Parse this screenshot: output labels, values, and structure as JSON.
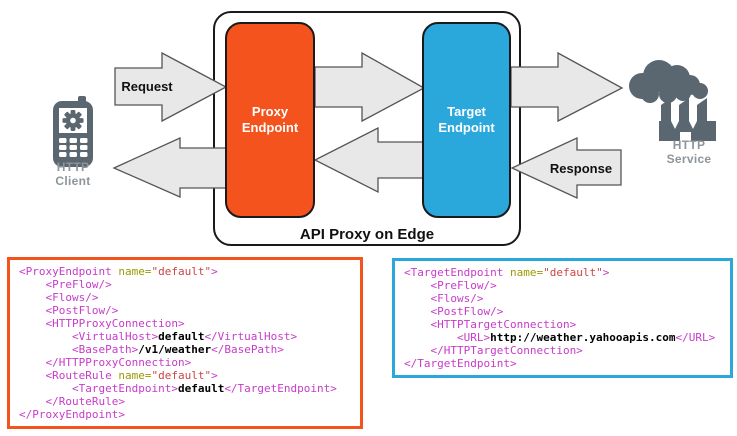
{
  "diagram": {
    "title": "API Proxy on Edge",
    "client": {
      "label": "HTTP\nClient",
      "icon": "mobile-client-gear-icon"
    },
    "service": {
      "label": "HTTP\nService",
      "icon": "cloud-factory-icon"
    },
    "proxy_endpoint": {
      "label": "Proxy\nEndpoint",
      "color": "#F4531D"
    },
    "target_endpoint": {
      "label": "Target\nEndpoint",
      "color": "#2AA7DB"
    },
    "arrows": [
      {
        "name": "request-arrow",
        "label": "Request",
        "direction": "right",
        "from": "http-client",
        "to": "proxy-endpoint"
      },
      {
        "name": "proxy-to-target-arrow",
        "label": "",
        "direction": "right",
        "from": "proxy-endpoint",
        "to": "target-endpoint"
      },
      {
        "name": "target-to-service-arrow",
        "label": "",
        "direction": "right",
        "from": "target-endpoint",
        "to": "http-service"
      },
      {
        "name": "response-arrow",
        "label": "Response",
        "direction": "left",
        "from": "http-service",
        "to": "target-endpoint"
      },
      {
        "name": "target-to-proxy-arrow",
        "label": "",
        "direction": "left",
        "from": "target-endpoint",
        "to": "proxy-endpoint"
      },
      {
        "name": "proxy-to-client-arrow",
        "label": "",
        "direction": "left",
        "from": "proxy-endpoint",
        "to": "http-client"
      }
    ]
  },
  "colors": {
    "box_border": "#1A1A1A",
    "arrow_fill": "#E8E8E8",
    "arrow_stroke": "#555555",
    "icon_gray": "#5B6770",
    "icon_label_gray": "#8C9599",
    "code_tag": "#C73BC9",
    "code_attr": "#9A9A00",
    "code_value": "#CC4444",
    "code_text": "#000000"
  },
  "code_blocks": [
    {
      "id": "proxy-endpoint-xml",
      "border_color": "#F4531D",
      "lines": [
        [
          {
            "c": "tag",
            "t": "<ProxyEndpoint "
          },
          {
            "c": "attr",
            "t": "name="
          },
          {
            "c": "val",
            "t": "\"default\""
          },
          {
            "c": "tag",
            "t": ">"
          }
        ],
        [
          {
            "c": "tag",
            "t": "    <PreFlow/>"
          }
        ],
        [
          {
            "c": "tag",
            "t": "    <Flows/>"
          }
        ],
        [
          {
            "c": "tag",
            "t": "    <PostFlow/>"
          }
        ],
        [
          {
            "c": "tag",
            "t": "    <HTTPProxyConnection>"
          }
        ],
        [
          {
            "c": "tag",
            "t": "        <VirtualHost>"
          },
          {
            "c": "text",
            "t": "default"
          },
          {
            "c": "tag",
            "t": "</VirtualHost>"
          }
        ],
        [
          {
            "c": "tag",
            "t": "        <BasePath>"
          },
          {
            "c": "text",
            "t": "/v1/weather"
          },
          {
            "c": "tag",
            "t": "</BasePath>"
          }
        ],
        [
          {
            "c": "tag",
            "t": "    </HTTPProxyConnection>"
          }
        ],
        [
          {
            "c": "tag",
            "t": "    <RouteRule "
          },
          {
            "c": "attr",
            "t": "name="
          },
          {
            "c": "val",
            "t": "\"default\""
          },
          {
            "c": "tag",
            "t": ">"
          }
        ],
        [
          {
            "c": "tag",
            "t": "        <TargetEndpoint>"
          },
          {
            "c": "text",
            "t": "default"
          },
          {
            "c": "tag",
            "t": "</TargetEndpoint>"
          }
        ],
        [
          {
            "c": "tag",
            "t": "    </RouteRule>"
          }
        ],
        [
          {
            "c": "tag",
            "t": "</ProxyEndpoint>"
          }
        ]
      ]
    },
    {
      "id": "target-endpoint-xml",
      "border_color": "#2AA7DB",
      "lines": [
        [
          {
            "c": "tag",
            "t": "<TargetEndpoint "
          },
          {
            "c": "attr",
            "t": "name="
          },
          {
            "c": "val",
            "t": "\"default\""
          },
          {
            "c": "tag",
            "t": ">"
          }
        ],
        [
          {
            "c": "tag",
            "t": "    <PreFlow/>"
          }
        ],
        [
          {
            "c": "tag",
            "t": "    <Flows/>"
          }
        ],
        [
          {
            "c": "tag",
            "t": "    <PostFlow/>"
          }
        ],
        [
          {
            "c": "tag",
            "t": "    <HTTPTargetConnection>"
          }
        ],
        [
          {
            "c": "tag",
            "t": "        <URL>"
          },
          {
            "c": "text",
            "t": "http://weather.yahooapis.com"
          },
          {
            "c": "tag",
            "t": "</URL>"
          }
        ],
        [
          {
            "c": "tag",
            "t": "    </HTTPTargetConnection>"
          }
        ],
        [
          {
            "c": "tag",
            "t": "</TargetEndpoint>"
          }
        ]
      ]
    }
  ]
}
